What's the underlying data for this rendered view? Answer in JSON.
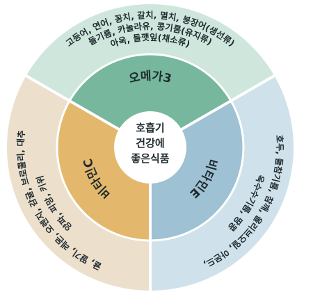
{
  "center": {
    "lines": [
      "호흡기",
      "건강에",
      "좋은식품"
    ]
  },
  "sectors": [
    {
      "key": "omega3",
      "title": "오메가3",
      "inner_color": "#76b79e",
      "outer_color": "#cfe6dd",
      "outer_lines": [
        "고등어, 연어, 꽁치, 갈치, 멸치, 붕장어(생선류)",
        "들기름, 카놀라유, 콩기름(유지류)",
        "아욱, 들깻잎(채소류)"
      ]
    },
    {
      "key": "vitamin_e",
      "title": "비타민E",
      "inner_color": "#9ec1d4",
      "outer_color": "#cfe1ea",
      "outer_lines": [
        "호두, 들참기름, 참깨, 올리브오일, 아몬드,",
        "옥수수기름, 땅콩"
      ]
    },
    {
      "key": "vitamin_c",
      "title": "비타민C",
      "inner_color": "#e3b86c",
      "outer_color": "#ece0cd",
      "outer_lines": [
        "귤, 딸기, 레몬, 오렌지, 감귤, 브로콜리, 대추",
        "양파, 피망, 키위"
      ]
    }
  ]
}
